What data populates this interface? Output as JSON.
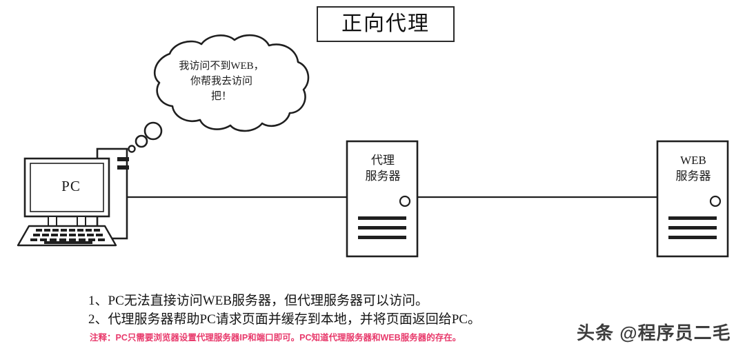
{
  "title": {
    "text": "正向代理"
  },
  "thought_bubble": {
    "text": "我访问不到WEB，\n你帮我去访问\n把！"
  },
  "nodes": {
    "pc": {
      "label": "PC",
      "icon": "desktop-computer-icon"
    },
    "proxy_server": {
      "label": "代理\n服务器",
      "icon": "server-rack-icon"
    },
    "web_server": {
      "label": "WEB\n服务器",
      "icon": "server-rack-icon"
    }
  },
  "connections": [
    {
      "from": "pc",
      "to": "proxy_server"
    },
    {
      "from": "proxy_server",
      "to": "web_server"
    }
  ],
  "notes": {
    "lines": [
      "1、PC无法直接访问WEB服务器，但代理服务器可以访问。",
      "2、代理服务器帮助PC请求页面并缓存到本地，并将页面返回给PC。"
    ],
    "red_note": "注释：PC只需要浏览器设置代理服务器IP和端口即可。PC知道代理服务器和WEB服务器的存在。"
  },
  "watermark": {
    "text": "头条 @程序员二毛"
  },
  "colors": {
    "stroke": "#1f1f1f",
    "red_note": "#e8396b",
    "background": "#ffffff"
  }
}
